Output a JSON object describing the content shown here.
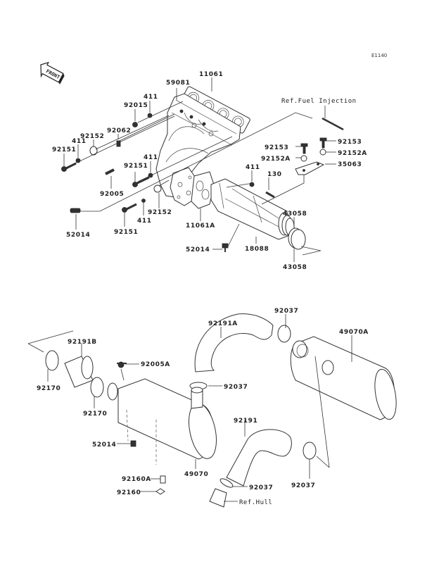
{
  "diagram": {
    "title": "Exploded parts diagram - Exhaust",
    "diagram_code": "E1140",
    "front_indicator": "FRONT",
    "references": {
      "fuel_injection": "Ref.Fuel Injection",
      "hull": "Ref.Hull"
    },
    "labels": {
      "p11061": "11061",
      "p59081": "59081",
      "p411_a": "411",
      "p92015": "92015",
      "p92062": "92062",
      "p92152_a": "92152",
      "p411_b": "411",
      "p92151_a": "92151",
      "p411_c": "411",
      "p92151_b": "92151",
      "p92005": "92005",
      "p52014_a": "52014",
      "p92151_c": "92151",
      "p411_d": "411",
      "p92152_b": "92152",
      "p11061A": "11061A",
      "p411_e": "411",
      "p130": "130",
      "p92153_a": "92153",
      "p92152A_a": "92152A",
      "p92153_b": "92153",
      "p92152A_b": "92152A",
      "p35063": "35063",
      "p43058_a": "43058",
      "p43058_b": "43058",
      "p18088": "18088",
      "p52014_b": "52014",
      "p92191A": "92191A",
      "p92037_a": "92037",
      "p49070A": "49070A",
      "p92191B": "92191B",
      "p92170_a": "92170",
      "p92005A": "92005A",
      "p92037_b": "92037",
      "p92170_b": "92170",
      "p52014_c": "52014",
      "p49070": "49070",
      "p92191": "92191",
      "p92160A": "92160A",
      "p92160": "92160",
      "p92037_c": "92037",
      "p92037_d": "92037"
    }
  }
}
